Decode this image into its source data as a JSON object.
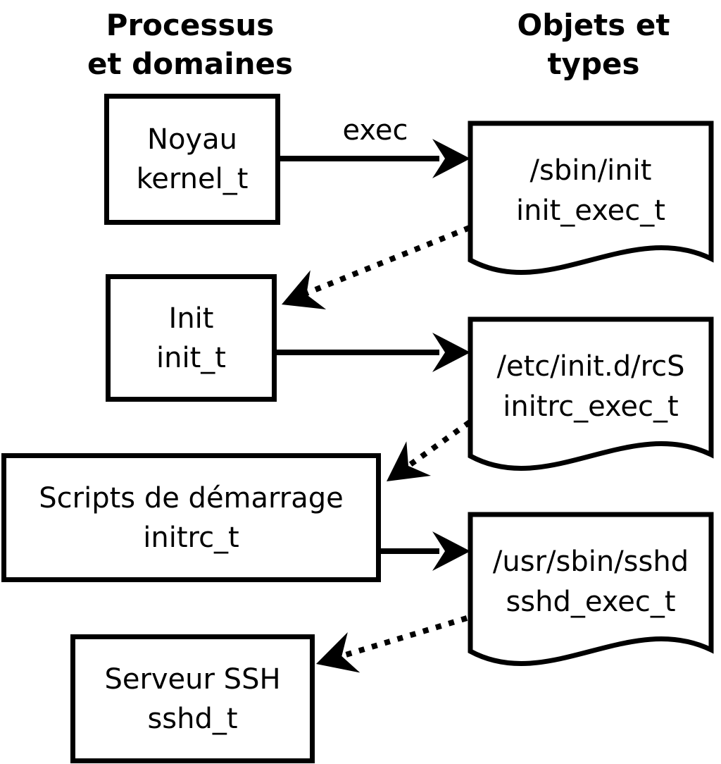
{
  "diagram": {
    "headers": {
      "left": {
        "line1": "Processus",
        "line2": "et domaines"
      },
      "right": {
        "line1": "Objets et",
        "line2": "types"
      }
    },
    "processes": [
      {
        "name": "Noyau",
        "type": "kernel_t"
      },
      {
        "name": "Init",
        "type": "init_t"
      },
      {
        "name": "Scripts de démarrage",
        "type": "initrc_t"
      },
      {
        "name": "Serveur SSH",
        "type": "sshd_t"
      }
    ],
    "objects": [
      {
        "path": "/sbin/init",
        "type": "init_exec_t"
      },
      {
        "path": "/etc/init.d/rcS",
        "type": "initrc_exec_t"
      },
      {
        "path": "/usr/sbin/sshd",
        "type": "sshd_exec_t"
      }
    ],
    "arrow_label": "exec",
    "colors": {
      "stroke": "#000000",
      "fill": "#ffffff"
    }
  }
}
